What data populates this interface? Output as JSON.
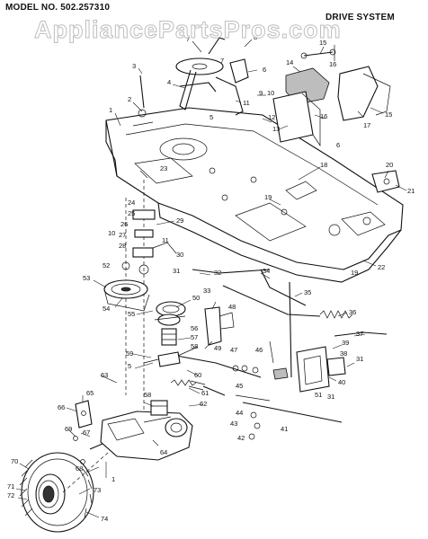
{
  "header": {
    "model": "MODEL NO. 502.257310",
    "system": "DRIVE SYSTEM",
    "watermark": "AppliancePartsPros.com"
  },
  "part_numbers": [
    "1",
    "2",
    "3",
    "4",
    "5",
    "6",
    "7",
    "8",
    "9",
    "10",
    "11",
    "12",
    "13",
    "14",
    "15",
    "16",
    "17",
    "18",
    "19",
    "20",
    "21",
    "22",
    "23",
    "24",
    "25",
    "26",
    "27",
    "28",
    "29",
    "30",
    "31",
    "32",
    "33",
    "34",
    "35",
    "36",
    "37",
    "38",
    "39",
    "40",
    "41",
    "42",
    "43",
    "44",
    "45",
    "46",
    "47",
    "48",
    "49",
    "50",
    "51",
    "52",
    "53",
    "54",
    "55",
    "56",
    "57",
    "58",
    "59",
    "60",
    "61",
    "62",
    "63",
    "64",
    "65",
    "66",
    "67",
    "68",
    "69",
    "70",
    "71",
    "72",
    "73",
    "74"
  ]
}
